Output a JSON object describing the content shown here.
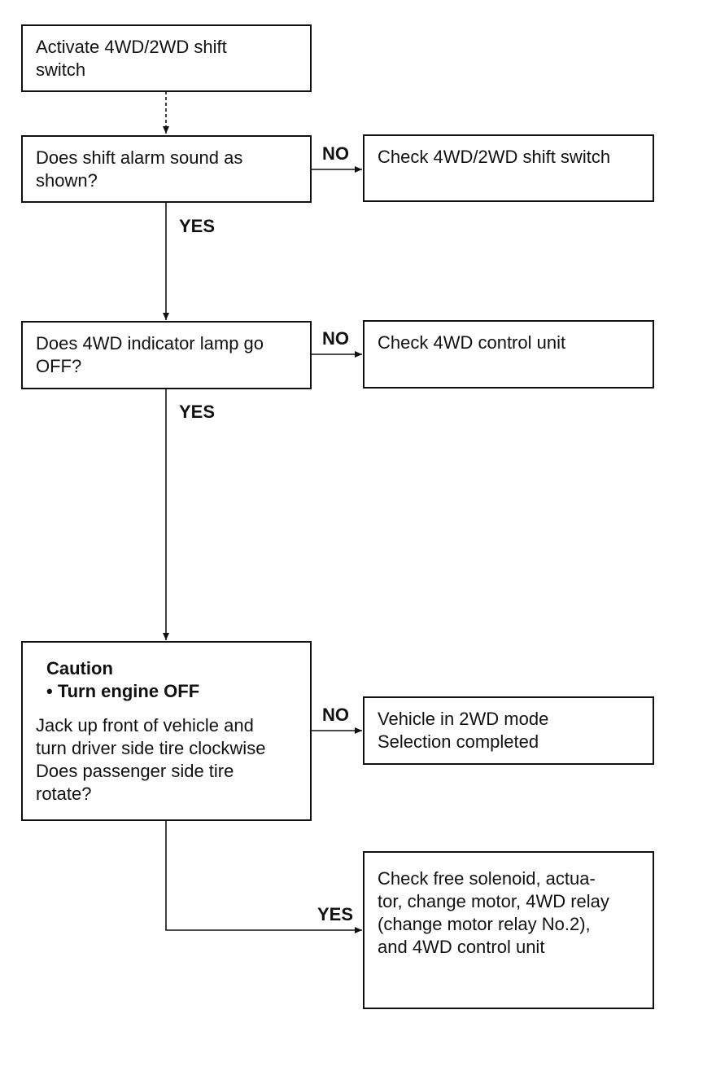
{
  "steps": {
    "activate": {
      "line1": "Activate 4WD/2WD shift",
      "line2": "switch"
    },
    "alarm": {
      "line1": "Does shift alarm sound as",
      "line2": "shown?"
    },
    "check_switch": {
      "text": "Check 4WD/2WD shift switch"
    },
    "lamp": {
      "line1": "Does 4WD indicator lamp go",
      "line2": "OFF?"
    },
    "check_unit": {
      "text": "Check 4WD control unit"
    },
    "caution": {
      "title": "Caution",
      "bullet": "• Turn engine OFF",
      "line1": "Jack up front of vehicle and",
      "line2": "turn driver side tire clockwise",
      "line3": "Does passenger side tire",
      "line4": "rotate?"
    },
    "mode": {
      "line1": "Vehicle in 2WD mode",
      "line2": "Selection completed"
    },
    "check_solenoid": {
      "line1": "Check free solenoid, actua-",
      "line2": "tor, change motor, 4WD relay",
      "line3": "(change motor relay No.2),",
      "line4": "and 4WD control unit"
    }
  },
  "labels": {
    "no": "NO",
    "yes": "YES"
  }
}
